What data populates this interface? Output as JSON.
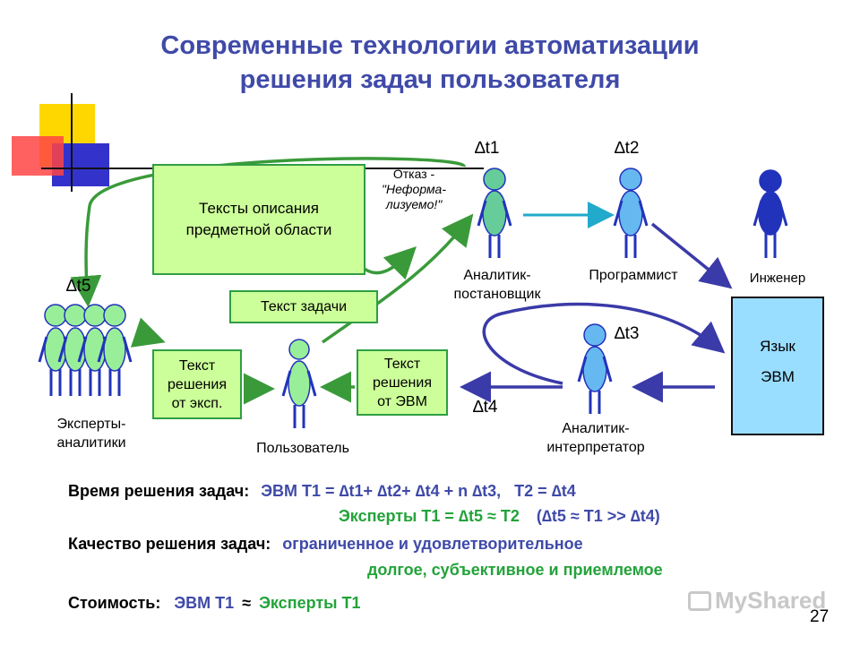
{
  "title": {
    "line1": "Современные технологии автоматизации",
    "line2": "решения задач пользователя"
  },
  "boxes": {
    "domain_texts": "Тексты описания предметной области",
    "task_text": "Текст задачи",
    "expert_solution": "Текст решения от эксп.",
    "computer_solution": "Текст решения от ЭВМ",
    "language": [
      "Язык",
      "ЭВМ"
    ]
  },
  "refusal": {
    "line1": "Отказ -",
    "line2": "\"Неформа-",
    "line3": "лизуемо!\""
  },
  "roles": {
    "experts": [
      "Эксперты-",
      "аналитики"
    ],
    "user": "Пользователь",
    "analyst_setter": [
      "Аналитик-",
      "постановщик"
    ],
    "programmer": "Программист",
    "engineer": "Инженер",
    "analyst_interpreter": [
      "Аналитик-",
      "интерпретатор"
    ]
  },
  "time_labels": {
    "t1": "∆t1",
    "t2": "∆t2",
    "t3": "∆t3",
    "t4": "∆t4",
    "t5": "∆t5"
  },
  "summary": {
    "time_label": "Время решения задач:",
    "time_computer_formula": "ЭВМ Т1 = ∆t1+ ∆t2+ ∆t4 + n ∆t3,",
    "time_computer_t2": "Т2 = ∆t4",
    "time_experts_formula": "Эксперты Т1 = ∆t5 ≈ Т2",
    "time_experts_note": "(∆t5 ≈ Т1 >> ∆t4)",
    "quality_label": "Качество решения задач:",
    "quality_line1": "ограниченное и удовлетворительное",
    "quality_line2": "долгое, субъективное и приемлемое",
    "cost_label": "Стоимость:",
    "cost_computer": "ЭВМ Т1",
    "cost_approx": "≈",
    "cost_experts": "Эксперты Т1"
  },
  "watermark": "MyShared",
  "page_number": "27",
  "colors": {
    "title": "#3f4aa8",
    "green_box_fill": "#ccff99",
    "green_box_border": "#2f9e44",
    "language_box_fill": "#99ddff",
    "green_figure": "#66cc99",
    "light_green_figure": "#99ee99",
    "blue_figure": "#66b8f0",
    "dark_blue_figure": "#2233bb",
    "green_arrow": "#3a9a3a",
    "blue_arrow": "#3a3aa8",
    "teal_arrow": "#22aacc",
    "green_text": "#23a33a"
  }
}
